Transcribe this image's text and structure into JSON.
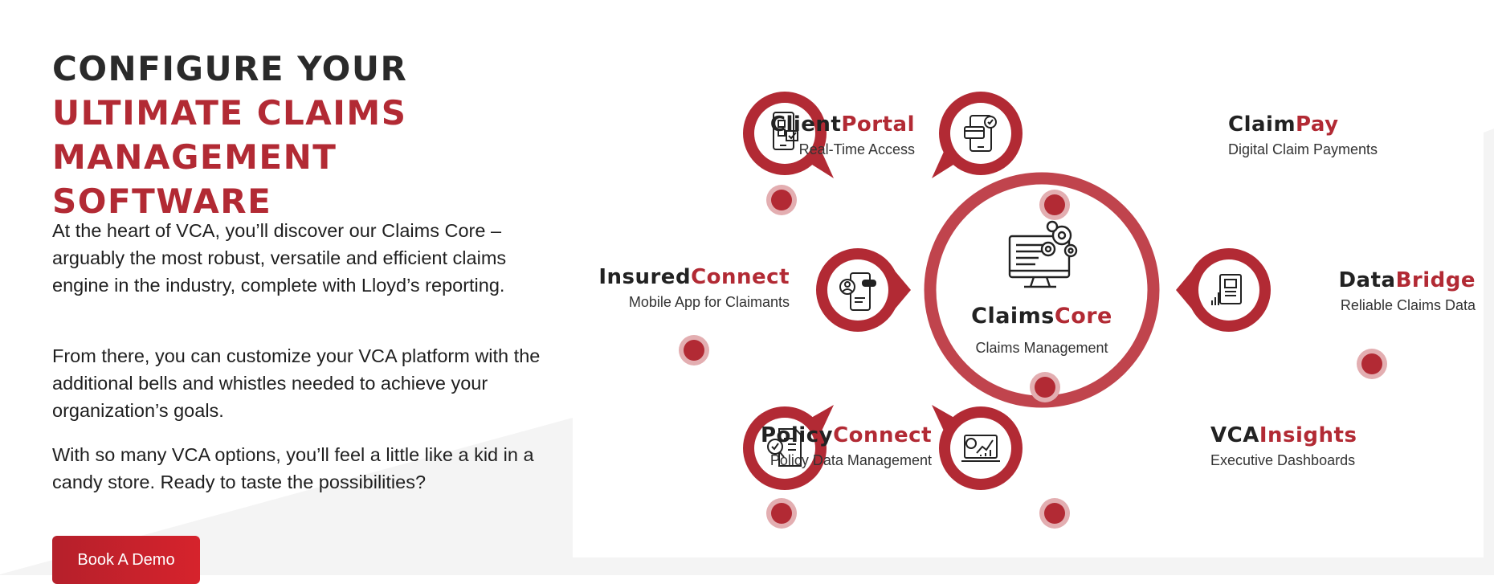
{
  "heading": {
    "line1": "CONFIGURE YOUR",
    "line2": "ULTIMATE CLAIMS",
    "line3": "MANAGEMENT SOFTWARE"
  },
  "paragraphs": [
    "At the heart of VCA, you’ll discover our Claims Core – arguably the most robust, versatile and efficient claims engine in the industry, complete with Lloyd’s reporting.",
    "From there, you can customize your VCA platform with the additional bells and whistles needed to achieve your organization’s goals.",
    "With so many VCA options, you’ll feel a little like a kid in a candy store. Ready to taste the possibilities?"
  ],
  "cta": {
    "label": "Book A Demo"
  },
  "colors": {
    "brand_red": "#b22a34",
    "dark_text": "#222222",
    "light_red": "#d99a9e"
  },
  "core": {
    "name_dark": "Claims",
    "name_red": "Core",
    "subtitle": "Claims Management",
    "icon": "computer-gears-icon"
  },
  "modules": {
    "client_portal": {
      "name_dark": "Client",
      "name_red": "Portal",
      "subtitle": "Real-Time Access",
      "icon": "phone-checklist-icon"
    },
    "claim_pay": {
      "name_dark": "Claim",
      "name_red": "Pay",
      "subtitle": "Digital Claim Payments",
      "icon": "phone-payment-icon"
    },
    "insured_connect": {
      "name_dark": "Insured",
      "name_red": "Connect",
      "subtitle": "Mobile App for Claimants",
      "icon": "mobile-user-icon"
    },
    "data_bridge": {
      "name_dark": "Data",
      "name_red": "Bridge",
      "subtitle": "Reliable Claims Data",
      "icon": "data-document-icon"
    },
    "policy_connect": {
      "name_dark": "Policy",
      "name_red": "Connect",
      "subtitle": "Policy Data Management",
      "icon": "policy-search-icon"
    },
    "vca_insights": {
      "name_dark": "VCA",
      "name_red": "Insights",
      "subtitle": "Executive Dashboards",
      "icon": "dashboard-chart-icon"
    }
  }
}
